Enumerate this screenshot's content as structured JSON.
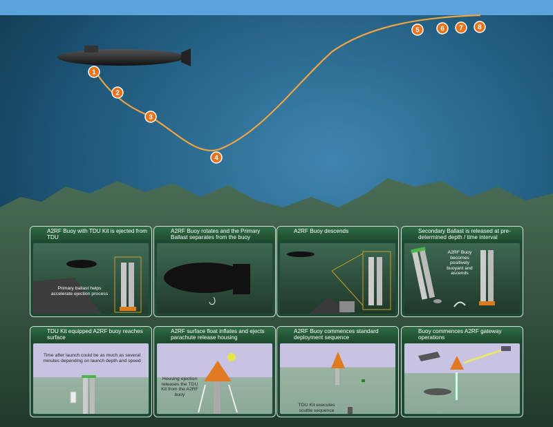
{
  "diagram": {
    "path_markers": [
      "1",
      "2",
      "3",
      "4",
      "5",
      "6",
      "7",
      "8"
    ],
    "panels": [
      {
        "number": "1",
        "title": "A2RF Buoy with TDU Kit is ejected from TDU",
        "note": "Primary ballast helps accelerate ejection process"
      },
      {
        "number": "2",
        "title": "A2RF Buoy rotates and the Primary Ballast separates from the buoy",
        "note": ""
      },
      {
        "number": "3",
        "title": "A2RF Buoy descends",
        "note": ""
      },
      {
        "number": "4",
        "title": "Secondary Ballast is released at pre-determined depth / time interval",
        "note": "A2RF Buoy becomes positively buoyant and ascends"
      },
      {
        "number": "5",
        "title": "TDU Kit equipped A2RF buoy reaches surface",
        "note": "Time after launch could be as much as several minutes depending on launch depth and speed"
      },
      {
        "number": "6",
        "title": "A2RF surface float inflates and ejects parachute release housing",
        "note": "Housing ejection releases the TDU Kit from the A2RF buoy"
      },
      {
        "number": "7",
        "title": "A2RF Buoy commences standard deployment sequence",
        "note": "TDU Kit executes scuttle sequence"
      },
      {
        "number": "8",
        "title": "Buoy commences A2RF gateway operations",
        "note": ""
      }
    ]
  }
}
